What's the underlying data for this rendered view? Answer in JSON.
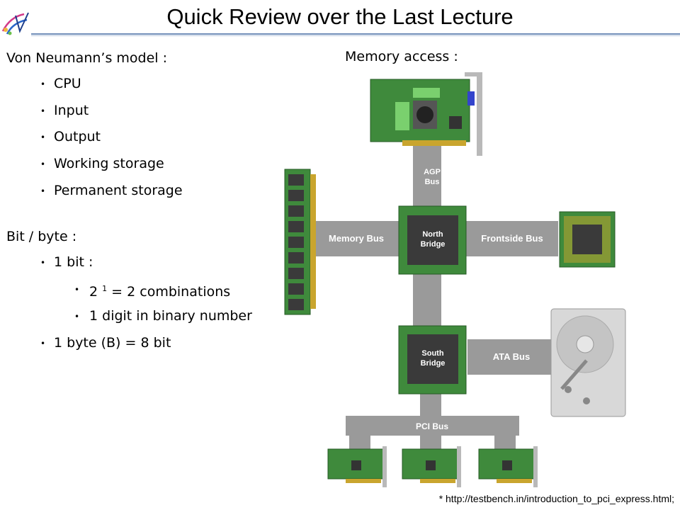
{
  "slide": {
    "title": "Quick Review over the Last Lecture"
  },
  "left": {
    "model_heading": "Von Neumann’s model :",
    "model_items": [
      "CPU",
      "Input",
      "Output",
      "Working storage",
      "Permanent storage"
    ],
    "bit_heading": "Bit / byte :",
    "bit_item": "1 bit :",
    "bit_exponent_base": "2",
    "bit_exponent": "1",
    "bit_combinations": " = 2 combinations",
    "bit_digit": "1 digit in binary number",
    "byte_item": "1 byte (B) = 8 bit"
  },
  "right": {
    "heading": "Memory access :",
    "credit": "* http://testbench.in/introduction_to_pci_express.html;"
  },
  "diagram": {
    "agp_bus": [
      "AGP",
      "Bus"
    ],
    "north_bridge": [
      "North",
      "Bridge"
    ],
    "south_bridge": [
      "South",
      "Bridge"
    ],
    "memory_bus": "Memory Bus",
    "frontside_bus": "Frontside Bus",
    "ata_bus": "ATA Bus",
    "pci_bus": "PCI Bus"
  },
  "colors": {
    "board_green": "#3f8a3c",
    "bus_gray": "#9a9a9a",
    "chip_dark": "#3a3a3a",
    "title_rule": "#6f8db8"
  }
}
